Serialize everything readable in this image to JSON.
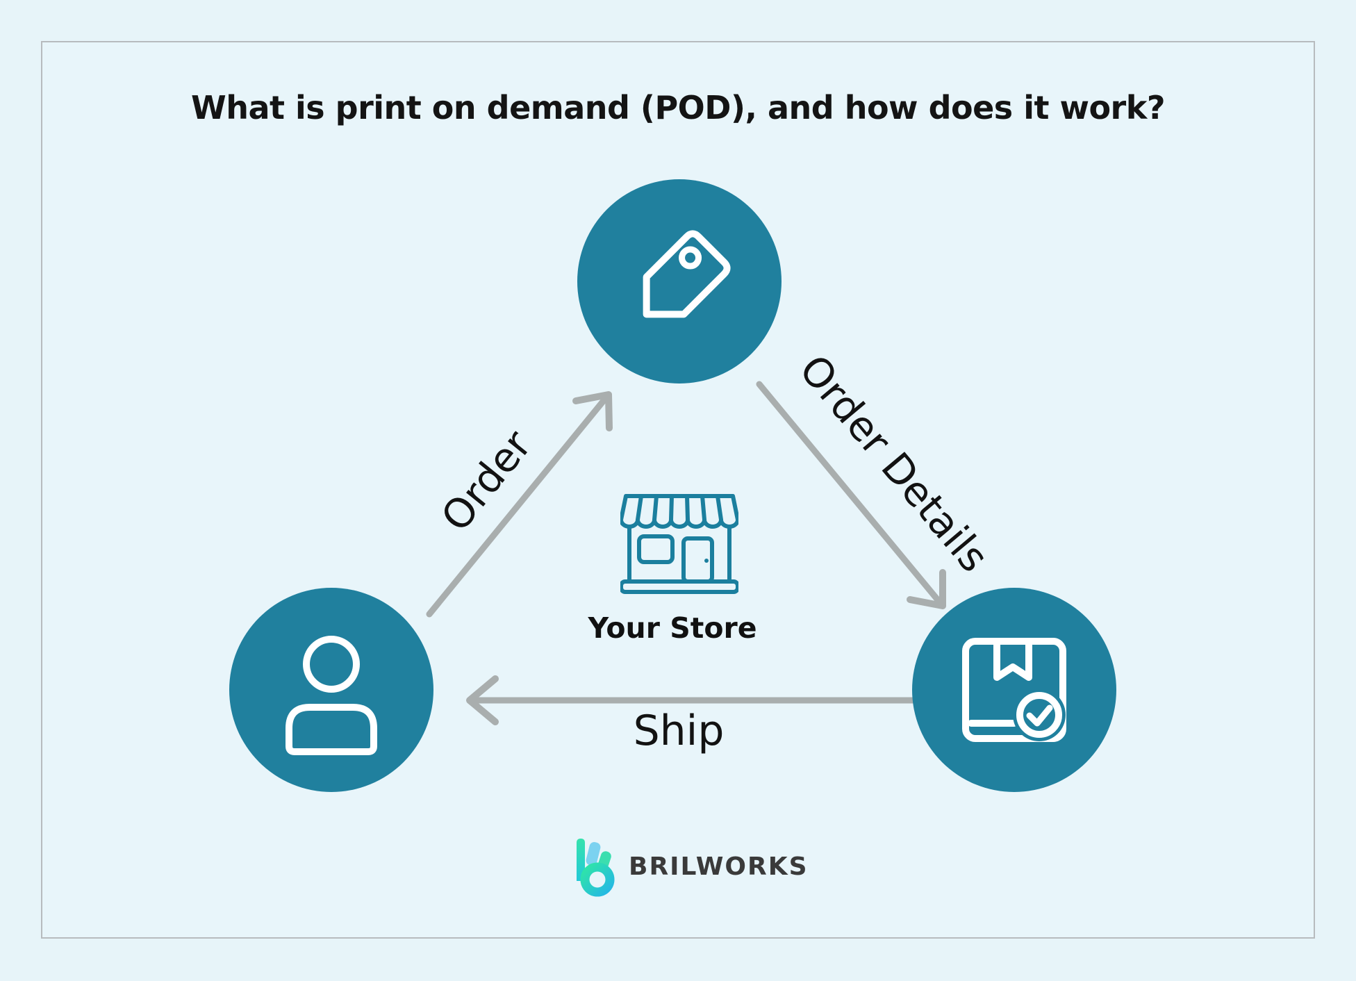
{
  "title": "What is print on demand (POD), and how does it work?",
  "diagram": {
    "store": {
      "label": "Your Store",
      "icon": "storefront-icon"
    },
    "nodes": [
      {
        "id": "product-tag",
        "icon": "price-tag-icon"
      },
      {
        "id": "customer",
        "icon": "person-icon"
      },
      {
        "id": "package",
        "icon": "package-check-icon"
      }
    ],
    "arrows": [
      {
        "id": "order",
        "label": "Order",
        "from": "customer",
        "to": "product-tag"
      },
      {
        "id": "order-details",
        "label": "Order Details",
        "from": "product-tag",
        "to": "package"
      },
      {
        "id": "ship",
        "label": "Ship",
        "from": "package",
        "to": "customer"
      }
    ]
  },
  "footer": {
    "brand": "BRILWORKS"
  },
  "colors": {
    "background": "#E7F4F9",
    "panel_border": "#B7BBBE",
    "node_fill": "#20809E",
    "icon_stroke": "#FFFFFF",
    "store_stroke": "#1B7F9E",
    "arrow": "#A9AEAE",
    "heading_text": "#141414",
    "label_text": "#121212",
    "brand_text": "#3A3A3A",
    "logo_green": "#2FE5A7",
    "logo_blue": "#24B7E5"
  }
}
